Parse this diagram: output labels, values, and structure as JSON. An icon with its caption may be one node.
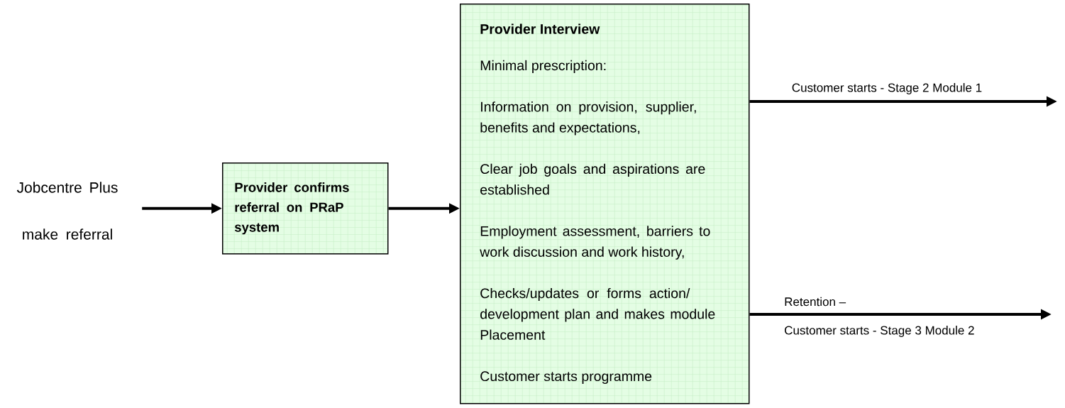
{
  "diagram": {
    "nodes": [
      {
        "text": [
          "Jobcentre Plus",
          "make referral"
        ]
      },
      {
        "text": [
          "Provider confirms referral on PRaP system"
        ]
      },
      {
        "text": [
          "Provider Interview",
          "Minimal prescription:",
          "Information on provision, supplier, benefits and expectations,",
          "Clear job goals and aspirations are established",
          "Employment assessment, barriers to work discussion and work history,",
          "Checks/updates or forms action/ development plan and makes module Placement",
          "Customer starts programme"
        ]
      }
    ],
    "edges": [
      {
        "from": 0,
        "to": 1,
        "arrow": "to"
      },
      {
        "from": 1,
        "to": 2,
        "arrow": "to"
      },
      {
        "from": 2,
        "to": null,
        "arrow": "to",
        "label": "Customer starts - Stage 2 Module 1"
      },
      {
        "from": 2,
        "to": null,
        "arrow": "to",
        "label": "Retention –"
      }
    ],
    "labels": [
      "Customer starts - Stage 3 Module 2"
    ]
  }
}
